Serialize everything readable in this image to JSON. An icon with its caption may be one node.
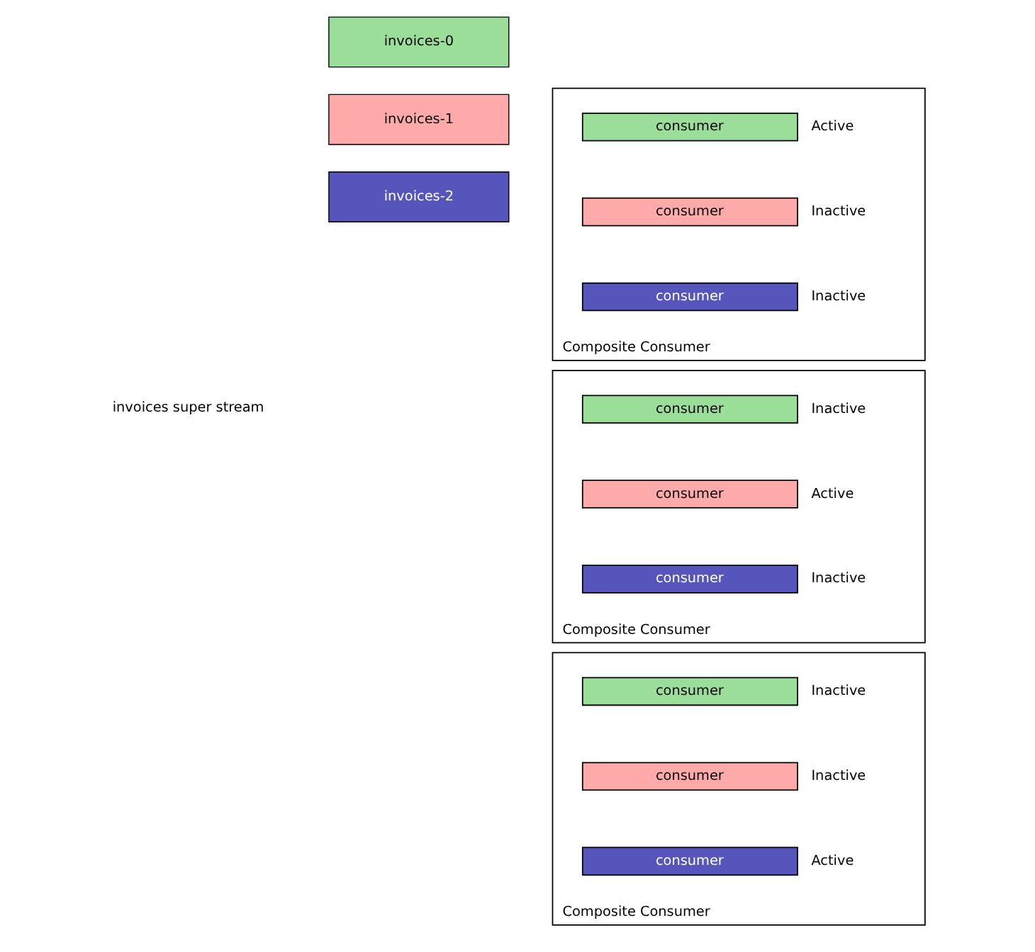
{
  "diagram": {
    "nodes": [
      {
        "text": [
          "invoices-0"
        ]
      },
      {
        "text": [
          "invoices-1"
        ]
      },
      {
        "text": [
          "invoices-2"
        ]
      },
      {
        "text": [
          "Composite Consumer"
        ]
      },
      {
        "text": [
          "consumer"
        ],
        "in": 3,
        "beside": [
          "Active"
        ]
      },
      {
        "text": [
          "consumer"
        ],
        "in": 3,
        "beside": [
          "Inactive"
        ]
      },
      {
        "text": [
          "consumer"
        ],
        "in": 3,
        "beside": [
          "Inactive"
        ]
      },
      {
        "text": [
          "Composite Consumer"
        ]
      },
      {
        "text": [
          "consumer"
        ],
        "in": 7,
        "beside": [
          "Inactive"
        ]
      },
      {
        "text": [
          "consumer"
        ],
        "in": 7,
        "beside": [
          "Active"
        ]
      },
      {
        "text": [
          "consumer"
        ],
        "in": 7,
        "beside": [
          "Inactive"
        ]
      },
      {
        "text": [
          "Composite Consumer"
        ]
      },
      {
        "text": [
          "consumer"
        ],
        "in": 11,
        "beside": [
          "Inactive"
        ]
      },
      {
        "text": [
          "consumer"
        ],
        "in": 11,
        "beside": [
          "Inactive"
        ]
      },
      {
        "text": [
          "consumer"
        ],
        "in": 11,
        "beside": [
          "Active"
        ]
      }
    ],
    "edges": [],
    "labels": [
      "invoices super stream"
    ]
  }
}
